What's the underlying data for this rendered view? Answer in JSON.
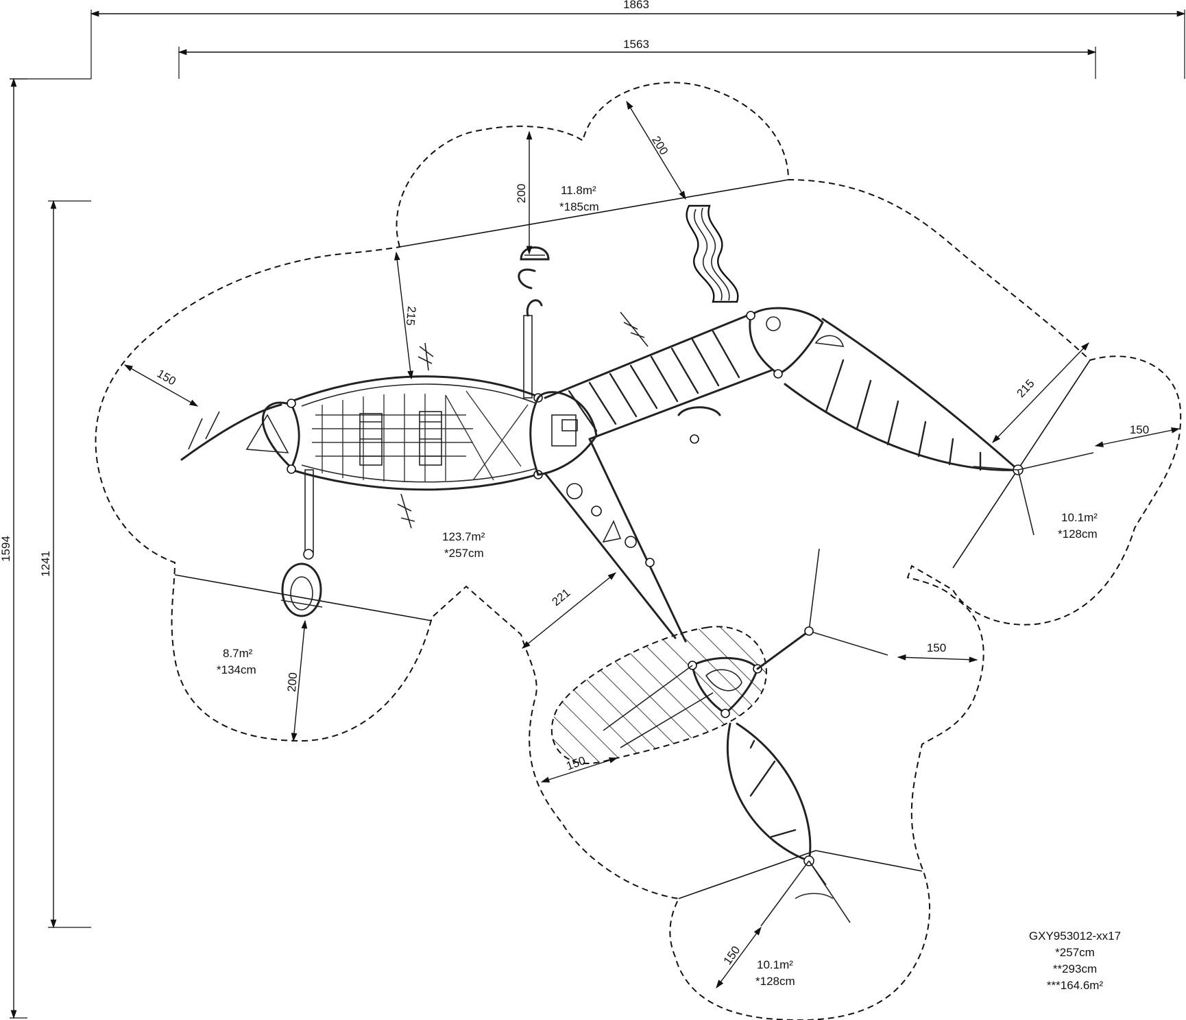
{
  "overall": {
    "width_total": "1863",
    "width_inner": "1563",
    "height_total": "1594",
    "height_inner": "1241"
  },
  "safety_distances": {
    "top_center": "200",
    "top_right": "200",
    "left_upper": "215",
    "left_end": "150",
    "right_upper": "215",
    "right_end": "150",
    "center": "221",
    "bottom_left": "200",
    "right_middle": "150",
    "bottom_hatched": "150",
    "bottom": "150"
  },
  "zones": {
    "top": {
      "area": "11.8m²",
      "height": "*185cm"
    },
    "main": {
      "area": "123.7m²",
      "height": "*257cm"
    },
    "right": {
      "area": "10.1m²",
      "height": "*128cm"
    },
    "left": {
      "area": "8.7m²",
      "height": "*134cm"
    },
    "bottom": {
      "area": "10.1m²",
      "height": "*128cm"
    }
  },
  "product": {
    "code": "GXY953012-xx17",
    "height_1": "*257cm",
    "height_2": "**293cm",
    "area": "***164.6m²"
  }
}
